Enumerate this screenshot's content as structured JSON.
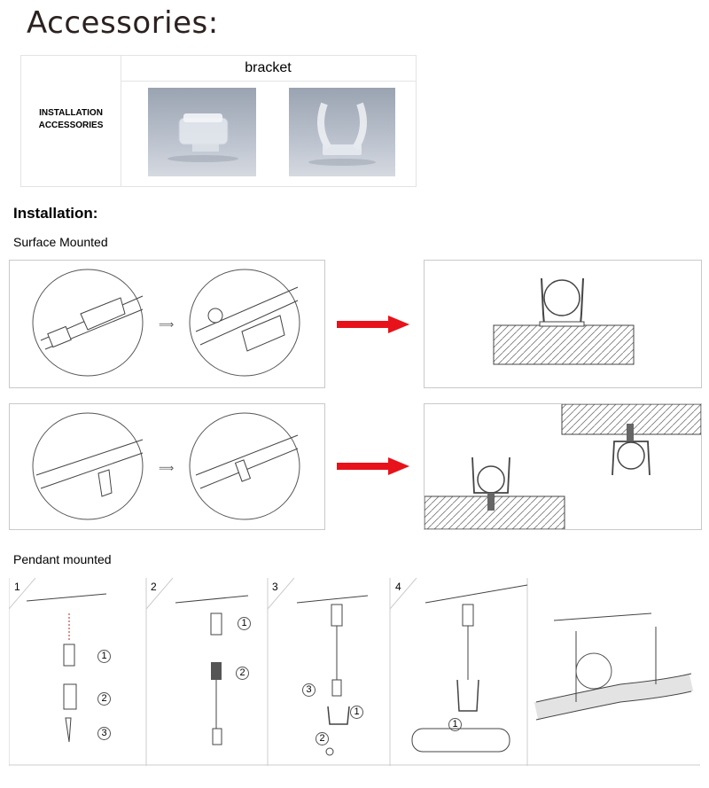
{
  "header": {
    "title": "Accessories:"
  },
  "accessories_table": {
    "row_label": "INSTALLATION ACCESSORIES",
    "column_header": "bracket"
  },
  "installation": {
    "heading": "Installation:",
    "surface_title": "Surface Mounted",
    "pendant_title": "Pendant mounted",
    "steps": [
      "1",
      "2",
      "3",
      "4"
    ],
    "callouts": {
      "s1": [
        "1",
        "2",
        "3"
      ],
      "s2": [
        "1",
        "2"
      ],
      "s3": [
        "3",
        "1",
        "2"
      ],
      "s4": [
        "1"
      ]
    }
  },
  "colors": {
    "arrow": "#e8121a",
    "line": "#333333",
    "hatch": "#555555"
  },
  "icons": [
    "arrow-right-icon",
    "small-arrow-icon"
  ]
}
